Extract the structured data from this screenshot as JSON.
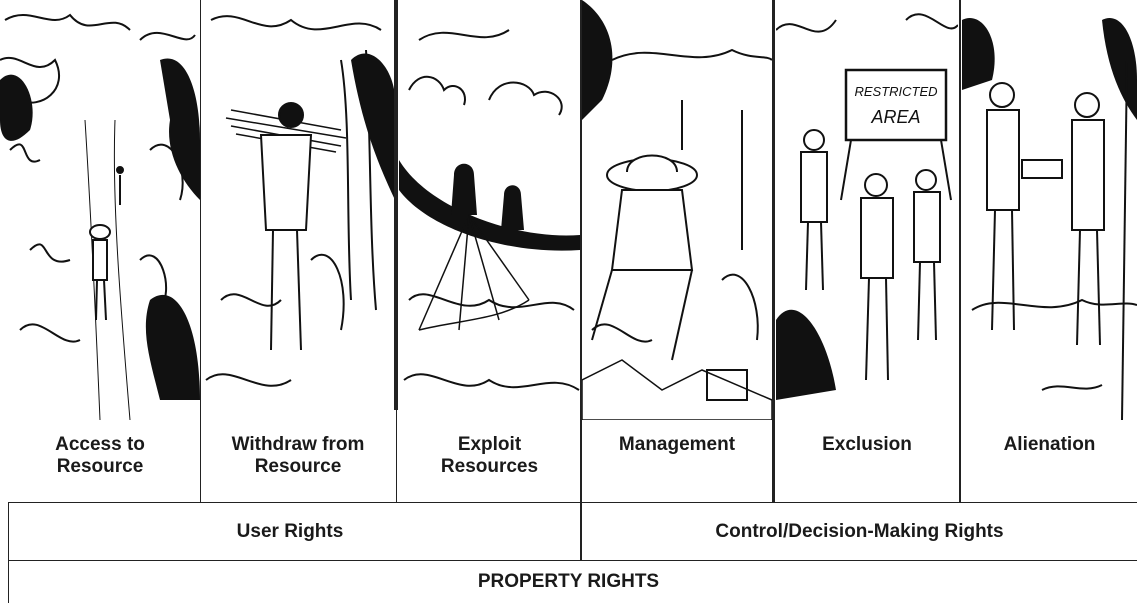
{
  "panels": [
    {
      "label": "Access to\nResource"
    },
    {
      "label": "Withdraw from\nResource"
    },
    {
      "label": "Exploit\nResources"
    },
    {
      "label": "Management"
    },
    {
      "label": "Exclusion",
      "sign_text": "RESTRICTED\nAREA"
    },
    {
      "label": "Alienation"
    }
  ],
  "groups": {
    "user_rights": "User Rights",
    "control_rights": "Control/Decision-Making Rights"
  },
  "footer": "PROPERTY RIGHTS"
}
